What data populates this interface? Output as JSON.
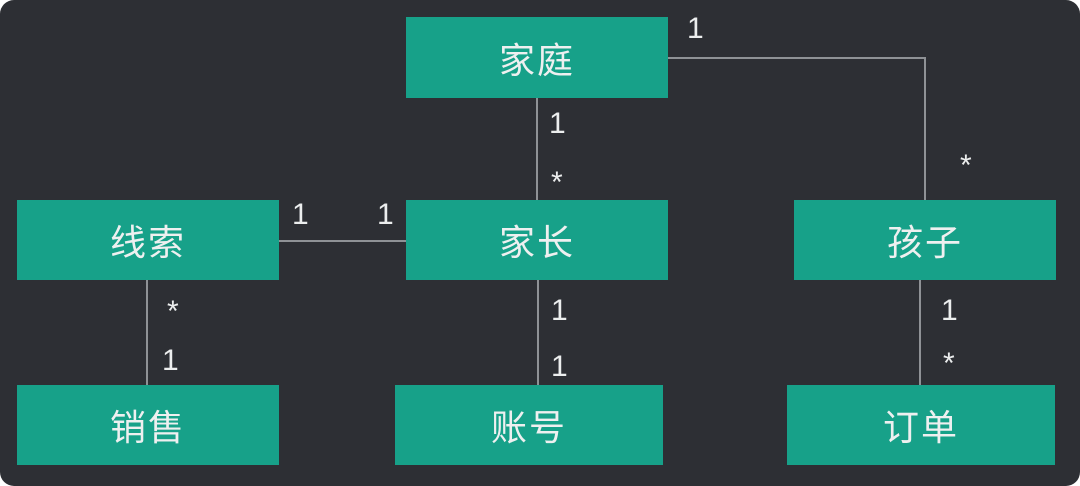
{
  "diagram": {
    "colors": {
      "background": "#2d2f34",
      "node_fill": "#17a189",
      "node_text": "#eef0f0",
      "line": "#8f9296",
      "label_text": "#eceeee"
    },
    "nodes": {
      "family": {
        "label": "家庭"
      },
      "lead": {
        "label": "线索"
      },
      "parent": {
        "label": "家长"
      },
      "child": {
        "label": "孩子"
      },
      "sales": {
        "label": "销售"
      },
      "account": {
        "label": "账号"
      },
      "order": {
        "label": "订单"
      }
    },
    "edges": {
      "family_parent": {
        "from": "家庭",
        "to": "家长",
        "from_card": "1",
        "to_card": "*"
      },
      "family_child": {
        "from": "家庭",
        "to": "孩子",
        "from_card": "1",
        "to_card": "*"
      },
      "lead_parent": {
        "from": "线索",
        "to": "家长",
        "from_card": "1",
        "to_card": "1"
      },
      "lead_sales": {
        "from": "线索",
        "to": "销售",
        "from_card": "*",
        "to_card": "1"
      },
      "parent_account": {
        "from": "家长",
        "to": "账号",
        "from_card": "1",
        "to_card": "1"
      },
      "child_order": {
        "from": "孩子",
        "to": "订单",
        "from_card": "1",
        "to_card": "*"
      }
    }
  }
}
